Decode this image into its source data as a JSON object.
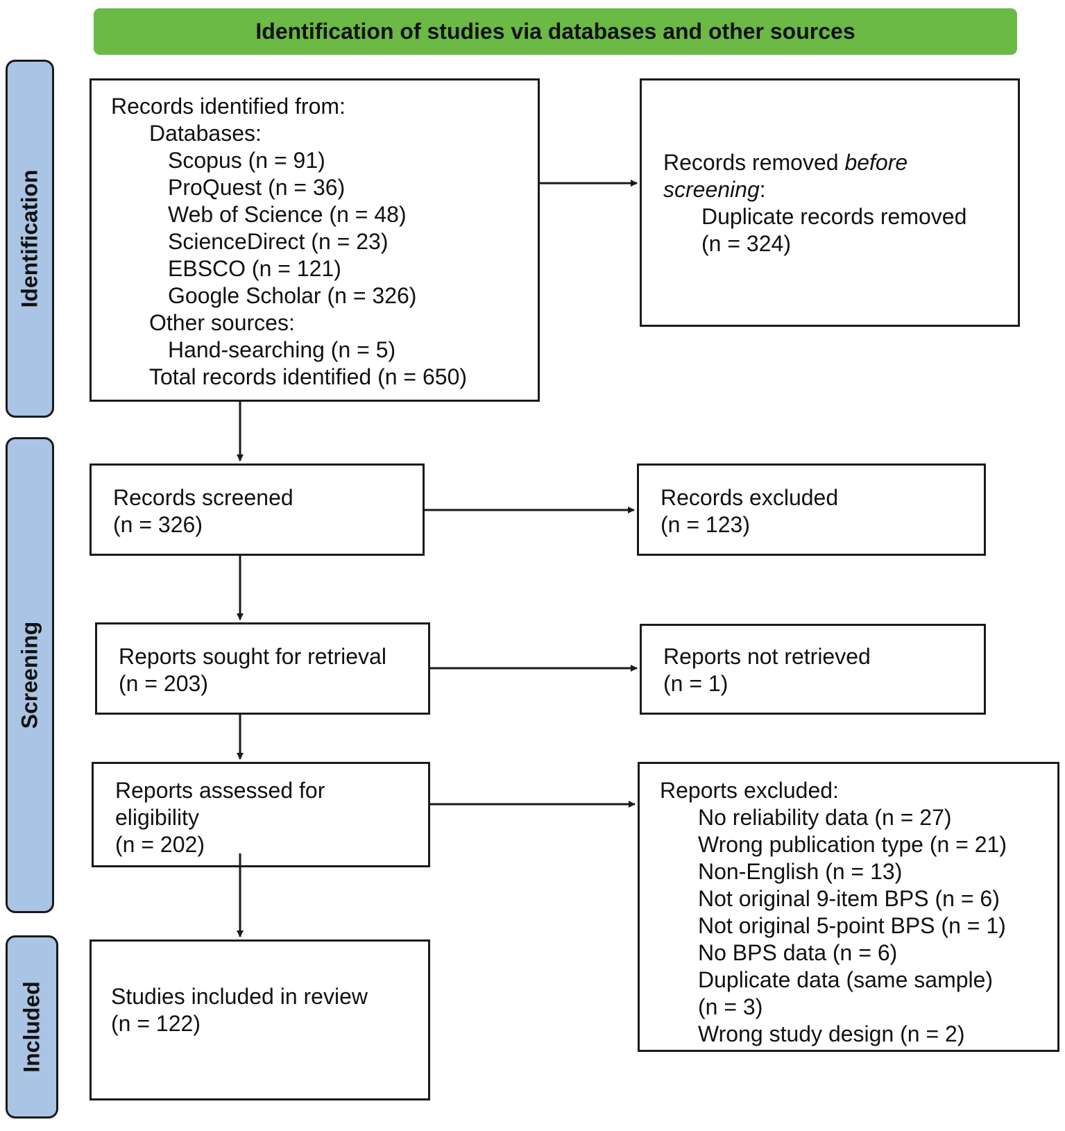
{
  "header": {
    "title": "Identification of studies via databases and other sources"
  },
  "phases": {
    "identification": "Identification",
    "screening": "Screening",
    "included": "Included"
  },
  "identification": {
    "records_title": "Records identified from:",
    "databases_label": "Databases:",
    "databases": [
      "Scopus (n = 91)",
      "ProQuest (n = 36)",
      "Web of Science (n = 48)",
      "ScienceDirect (n = 23)",
      "EBSCO (n = 121)",
      "Google Scholar (n = 326)"
    ],
    "other_label": "Other sources:",
    "other": [
      "Hand-searching (n = 5)"
    ],
    "total": "Total records identified (n = 650)",
    "removed_prefix": "Records removed ",
    "removed_emph_1": "before",
    "removed_emph_2": "screening",
    "removed_suffix": ":",
    "removed_detail": "Duplicate records removed",
    "removed_count": "(n = 324)"
  },
  "screening": {
    "screened_label": "Records screened",
    "screened_count": "(n = 326)",
    "excluded_label": "Records excluded",
    "excluded_count": "(n = 123)",
    "sought_label": "Reports sought for retrieval",
    "sought_count": "(n = 203)",
    "not_retrieved_label": "Reports not retrieved",
    "not_retrieved_count": "(n = 1)",
    "assessed_label_1": "Reports assessed for",
    "assessed_label_2": "eligibility",
    "assessed_count": "(n = 202)",
    "reports_excluded_title": "Reports excluded:",
    "reports_excluded_reasons": [
      "No reliability data (n = 27)",
      "Wrong publication type (n = 21)",
      "Non-English (n = 13)",
      "Not original 9-item BPS (n = 6)",
      "Not original 5-point BPS (n = 1)",
      "No BPS data (n = 6)",
      "Duplicate data (same sample)",
      "(n = 3)",
      "Wrong study design (n = 2)"
    ]
  },
  "included": {
    "label": "Studies included in review",
    "count": "(n = 122)"
  },
  "colors": {
    "banner": "#6aba45",
    "phase": "#a9c4e4",
    "stroke": "#1a1a1a"
  }
}
